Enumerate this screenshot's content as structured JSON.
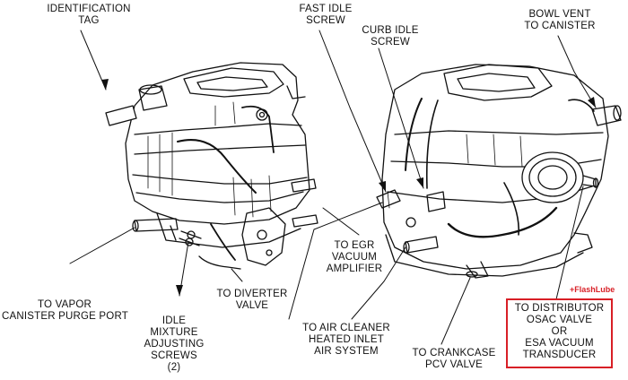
{
  "labels": {
    "identification_tag": [
      "IDENTIFICATION",
      "TAG"
    ],
    "fast_idle_screw": [
      "FAST IDLE",
      "SCREW"
    ],
    "curb_idle_screw": [
      "CURB IDLE",
      "SCREW"
    ],
    "bowl_vent": [
      "BOWL VENT",
      "TO CANISTER"
    ],
    "egr_vacuum": [
      "TO EGR",
      "VACUUM",
      "AMPLIFIER"
    ],
    "vapor_canister": [
      "TO VAPOR",
      "CANISTER PURGE PORT"
    ],
    "idle_mixture": [
      "IDLE",
      "MIXTURE",
      "ADJUSTING",
      "SCREWS",
      "(2)"
    ],
    "diverter_valve": [
      "TO DIVERTER",
      "VALVE"
    ],
    "air_cleaner": [
      "TO AIR CLEANER",
      "HEATED INLET",
      "AIR SYSTEM"
    ],
    "crankcase": [
      "TO CRANKCASE",
      "PCV VALVE"
    ],
    "distributor": [
      "TO DISTRIBUTOR",
      "OSAC VALVE",
      "OR",
      "ESA VACUUM",
      "TRANSDUCER"
    ]
  },
  "watermark": "+FlashLube",
  "colors": {
    "line": "#111111",
    "highlight": "#d81f26"
  }
}
